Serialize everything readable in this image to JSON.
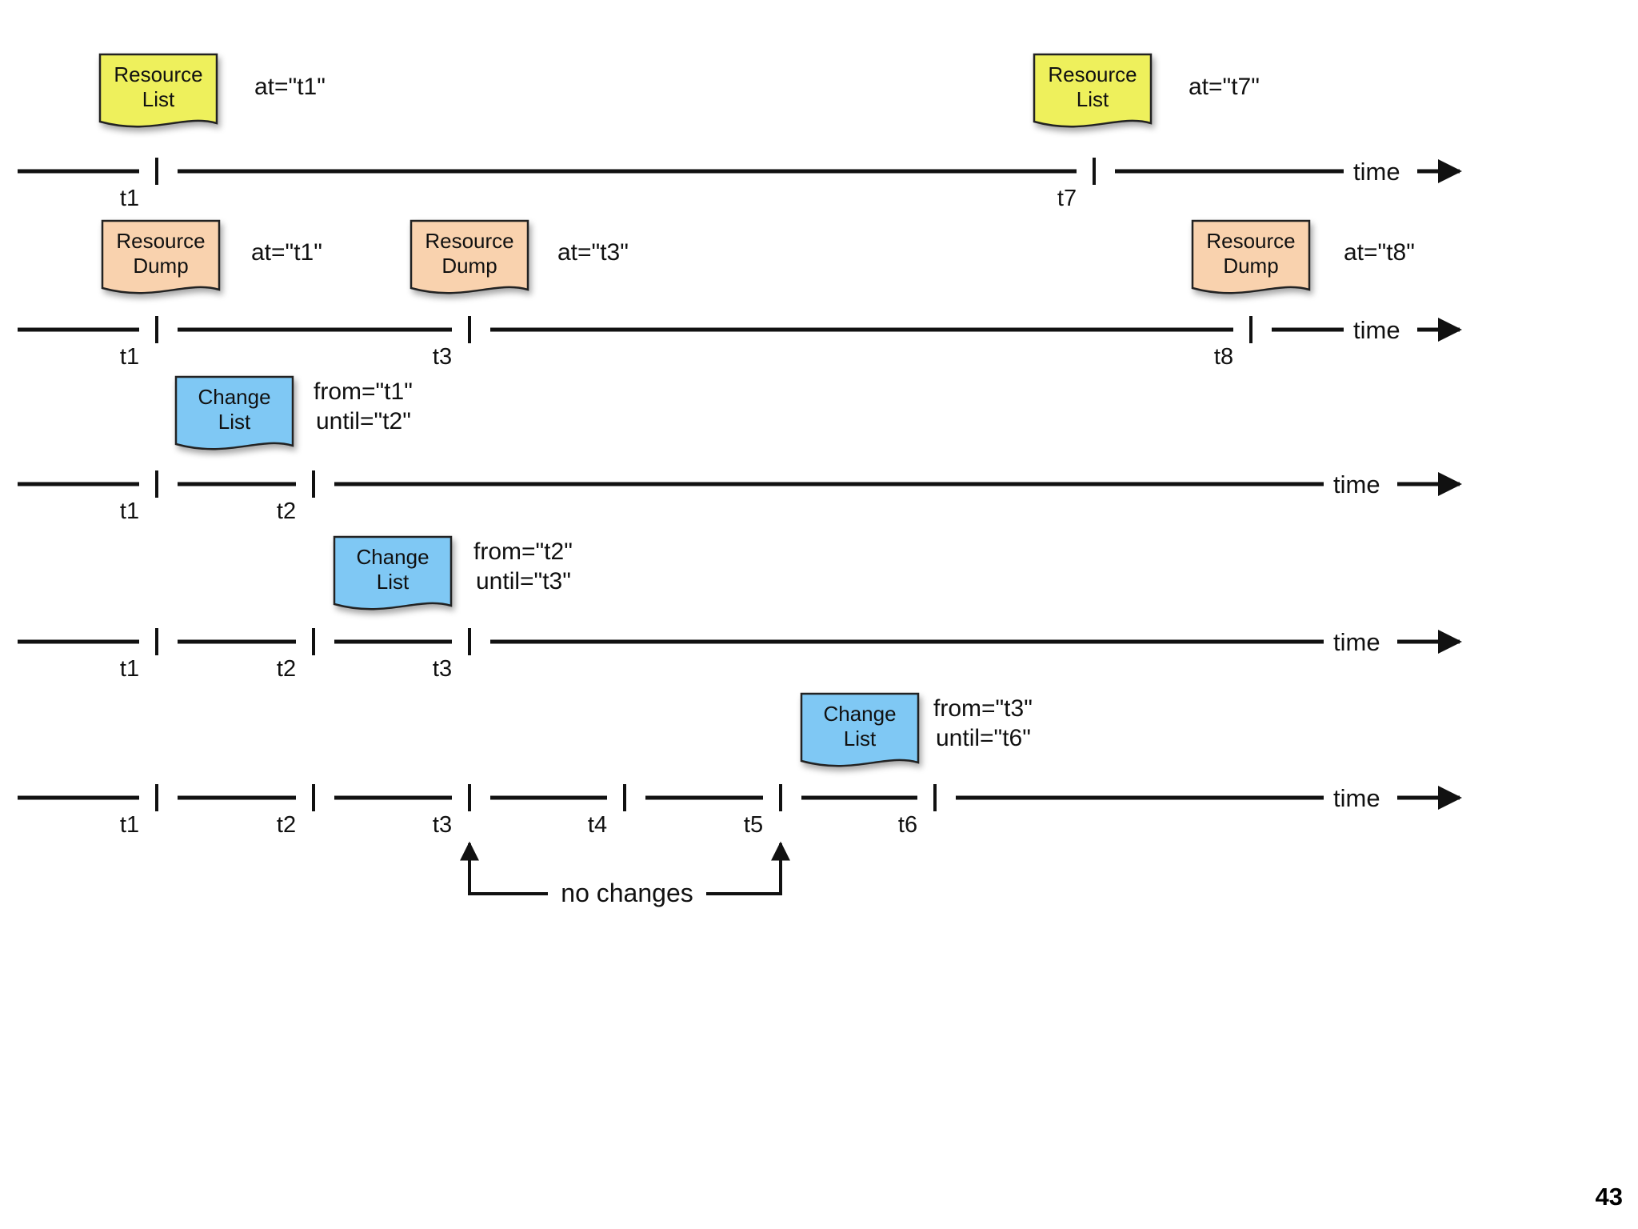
{
  "diagram": {
    "time_label": "time",
    "no_changes_label": "no changes",
    "colors": {
      "resource_list": "#eef05c",
      "resource_dump": "#f9d2ae",
      "change_list": "#7fc8f4",
      "line": "#111111"
    },
    "rows": [
      {
        "ticks": [
          "t1",
          "t7"
        ],
        "documents": [
          {
            "kind": "resource_list",
            "line1": "Resource",
            "line2": "List",
            "attr1": "at=\"t1\"",
            "attr2": ""
          },
          {
            "kind": "resource_list",
            "line1": "Resource",
            "line2": "List",
            "attr1": "at=\"t7\"",
            "attr2": ""
          }
        ]
      },
      {
        "ticks": [
          "t1",
          "t3",
          "t8"
        ],
        "documents": [
          {
            "kind": "resource_dump",
            "line1": "Resource",
            "line2": "Dump",
            "attr1": "at=\"t1\"",
            "attr2": ""
          },
          {
            "kind": "resource_dump",
            "line1": "Resource",
            "line2": "Dump",
            "attr1": "at=\"t3\"",
            "attr2": ""
          },
          {
            "kind": "resource_dump",
            "line1": "Resource",
            "line2": "Dump",
            "attr1": "at=\"t8\"",
            "attr2": ""
          }
        ]
      },
      {
        "ticks": [
          "t1",
          "t2"
        ],
        "documents": [
          {
            "kind": "change_list",
            "line1": "Change",
            "line2": "List",
            "attr1": "from=\"t1\"",
            "attr2": "until=\"t2\""
          }
        ]
      },
      {
        "ticks": [
          "t1",
          "t2",
          "t3"
        ],
        "documents": [
          {
            "kind": "change_list",
            "line1": "Change",
            "line2": "List",
            "attr1": "from=\"t2\"",
            "attr2": "until=\"t3\""
          }
        ]
      },
      {
        "ticks": [
          "t1",
          "t2",
          "t3",
          "t4",
          "t5",
          "t6"
        ],
        "documents": [
          {
            "kind": "change_list",
            "line1": "Change",
            "line2": "List",
            "attr1": "from=\"t3\"",
            "attr2": "until=\"t6\""
          }
        ]
      }
    ]
  },
  "page_number": "43"
}
